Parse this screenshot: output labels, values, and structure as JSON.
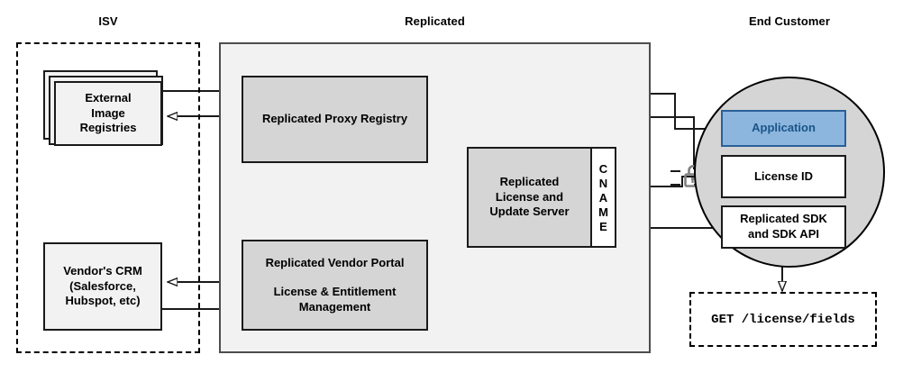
{
  "diagram": {
    "title": "Replicated platform architecture",
    "zones": [
      {
        "id": "isv",
        "label": "ISV",
        "style": "dashed"
      },
      {
        "id": "replicated",
        "label": "Replicated",
        "style": "solid"
      },
      {
        "id": "customer",
        "label": "End Customer",
        "style": "circle"
      }
    ],
    "nodes": [
      {
        "id": "external-image-registries",
        "label": "External\nImage\nRegistries",
        "zone": "isv",
        "fill": "#f2f2f2",
        "stacked": true
      },
      {
        "id": "vendors-crm",
        "label": "Vendor's CRM\n(Salesforce,\nHubspot, etc)",
        "zone": "isv",
        "fill": "#f2f2f2",
        "stacked": false
      },
      {
        "id": "replicated-proxy-registry",
        "label": "Replicated Proxy Registry",
        "zone": "replicated",
        "fill": "#d5d5d5",
        "stacked": false
      },
      {
        "id": "replicated-license-update-server",
        "label": "Replicated\nLicense and\nUpdate Server",
        "zone": "replicated",
        "fill": "#d5d5d5",
        "stacked": false
      },
      {
        "id": "cname",
        "label": "CNAME",
        "letters": [
          "C",
          "N",
          "A",
          "M",
          "E"
        ],
        "zone": "replicated",
        "fill": "#ffffff",
        "stacked": false
      },
      {
        "id": "replicated-vendor-portal",
        "label_primary": "Replicated Vendor Portal",
        "label_secondary": "License & Entitlement\nManagement",
        "zone": "replicated",
        "fill": "#d5d5d5",
        "stacked": false
      },
      {
        "id": "application",
        "label": "Application",
        "zone": "customer",
        "fill": "#8cb6dd",
        "text_color": "#1b5489",
        "stacked": false
      },
      {
        "id": "license-id",
        "label": "License ID",
        "zone": "customer",
        "fill": "#ffffff",
        "stacked": false
      },
      {
        "id": "replicated-sdk",
        "label": "Replicated SDK\nand SDK API",
        "zone": "customer",
        "fill": "#ffffff",
        "stacked": false
      },
      {
        "id": "api-request",
        "label": "GET /license/fields",
        "zone": "customer",
        "fill": "#ffffff",
        "style": "dashed",
        "mono": true
      }
    ],
    "icons": [
      {
        "id": "unlocked-padlock",
        "name": "unlocked-padlock-icon",
        "color": "#808080"
      }
    ],
    "text": {
      "isv_title": "ISV",
      "replicated_title": "Replicated",
      "customer_title": "End Customer",
      "external_image_registries_l1": "External",
      "external_image_registries_l2": "Image",
      "external_image_registries_l3": "Registries",
      "vendors_crm_l1": "Vendor's CRM",
      "vendors_crm_l2": "(Salesforce,",
      "vendors_crm_l3": "Hubspot, etc)",
      "proxy_registry": "Replicated Proxy Registry",
      "license_server_l1": "Replicated",
      "license_server_l2": "License and",
      "license_server_l3": "Update Server",
      "cname_c": "C",
      "cname_n": "N",
      "cname_a": "A",
      "cname_m": "M",
      "cname_e": "E",
      "vendor_portal_title": "Replicated Vendor Portal",
      "vendor_portal_sub_l1": "License & Entitlement",
      "vendor_portal_sub_l2": "Management",
      "application": "Application",
      "license_id": "License ID",
      "sdk_l1": "Replicated SDK",
      "sdk_l2": "and SDK API",
      "api_request": "GET /license/fields"
    },
    "colors": {
      "node_fill_gray": "#d5d5d5",
      "node_fill_light": "#f2f2f2",
      "node_fill_white": "#ffffff",
      "zone_replicated_fill": "#f2f2f2",
      "zone_customer_fill": "#d5d5d5",
      "application_fill": "#8cb6dd",
      "application_text": "#1b5489",
      "stroke": "#1a1a1a",
      "lock_icon": "#808080"
    },
    "connections": [
      {
        "from": "external-image-registries",
        "to": "replicated-proxy-registry",
        "direction": "right"
      },
      {
        "from": "replicated-proxy-registry",
        "to": "external-image-registries",
        "direction": "left"
      },
      {
        "from": "replicated-proxy-registry",
        "to": "application",
        "direction": "right"
      },
      {
        "from": "application",
        "to": "replicated-proxy-registry",
        "direction": "left"
      },
      {
        "from": "license-id",
        "to": "cname",
        "direction": "left"
      },
      {
        "from": "replicated-sdk",
        "to": "cname",
        "direction": "left"
      },
      {
        "from": "replicated-vendor-portal",
        "to": "vendors-crm",
        "direction": "left"
      },
      {
        "from": "vendors-crm",
        "to": "replicated-vendor-portal",
        "direction": "right"
      },
      {
        "from": "replicated-vendor-portal",
        "to": "replicated-license-update-server",
        "direction": "up"
      },
      {
        "from": "replicated-license-update-server",
        "to": "replicated-vendor-portal",
        "direction": "left"
      },
      {
        "from": "replicated-sdk",
        "to": "api-request",
        "direction": "down"
      }
    ]
  }
}
